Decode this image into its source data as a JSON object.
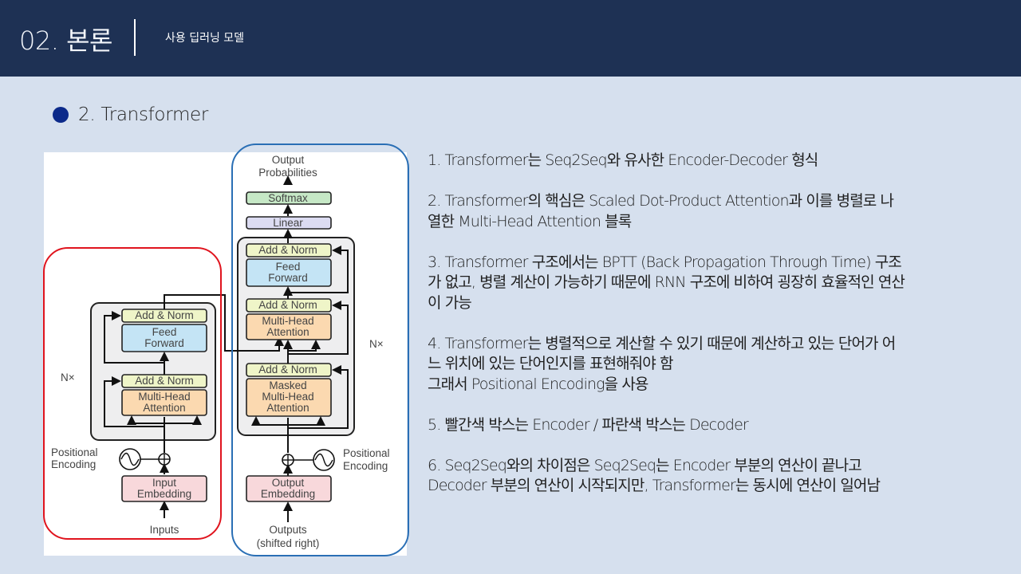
{
  "header": {
    "title": "02. 본론",
    "subtitle": "사용 딥러닝 모델"
  },
  "section": {
    "title": "2. Transformer"
  },
  "diagram": {
    "output_probabilities": [
      "Output",
      "Probabilities"
    ],
    "softmax": "Softmax",
    "linear": "Linear",
    "add_norm": "Add & Norm",
    "feed_forward": [
      "Feed",
      "Forward"
    ],
    "multi_head_attention": [
      "Multi-Head",
      "Attention"
    ],
    "masked_multi_head_attention": [
      "Masked",
      "Multi-Head",
      "Attention"
    ],
    "nx": "N×",
    "positional_encoding": [
      "Positional",
      "Encoding"
    ],
    "input_embedding": [
      "Input",
      "Embedding"
    ],
    "output_embedding": [
      "Output",
      "Embedding"
    ],
    "inputs": "Inputs",
    "outputs": [
      "Outputs",
      "(shifted right)"
    ],
    "encoder_box_color": "#e0141e",
    "decoder_box_color": "#2a6fb5"
  },
  "points": [
    "1. Transformer는 Seq2Seq와 유사한 Encoder-Decoder 형식",
    "2. Transformer의 핵심은 Scaled Dot-Product Attention과 이를 병렬로 나\n열한 Multi-Head Attention 블록",
    "3. Transformer 구조에서는 BPTT (Back Propagation Through Time) 구조\n가 없고, 병렬 계산이 가능하기 때문에 RNN 구조에 비하여 굉장히 효율적인 연산\n이 가능",
    "4. Transformer는 병렬적으로 계산할 수 있기 때문에 계산하고 있는 단어가 어\n느 위치에 있는 단어인지를 표현해줘야 함\n그래서 Positional Encoding을 사용",
    "5. 빨간색 박스는 Encoder / 파란색 박스는 Decoder",
    "6. Seq2Seq와의 차이점은 Seq2Seq는 Encoder 부분의 연산이 끝나고\nDecoder 부분의 연산이 시작되지만, Transformer는 동시에 연산이 일어남"
  ]
}
